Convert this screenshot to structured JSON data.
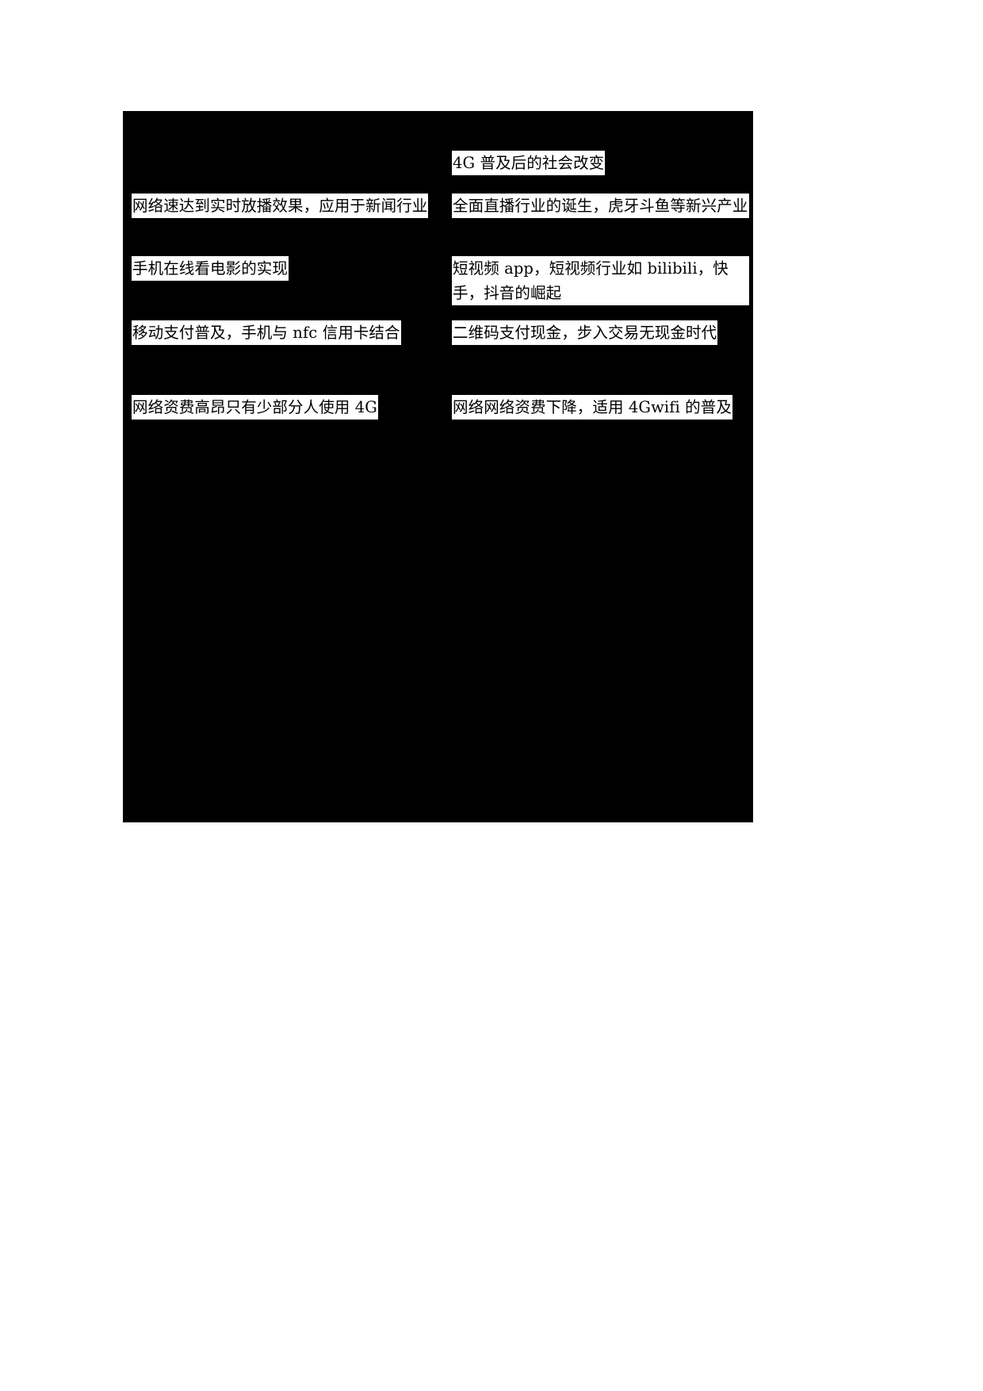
{
  "document": {
    "background_color": "#ffffff",
    "panel_color": "#000000",
    "highlight_color": "#ffffff",
    "text_color": "#000000"
  },
  "comparison": {
    "header": {
      "right": "4G 普及后的社会改变"
    },
    "rows": [
      {
        "left": "网络速达到实时放播效果，应用于新闻行业",
        "right": "全面直播行业的诞生，虎牙斗鱼等新兴产业"
      },
      {
        "left": "手机在线看电影的实现",
        "right": "短视频 app，短视频行业如 bilibili，快手，抖音的崛起"
      },
      {
        "left": "移动支付普及，手机与 nfc 信用卡结合",
        "right": "二维码支付现金，步入交易无现金时代"
      },
      {
        "left": "网络资费高昂只有少部分人使用 4G",
        "right": "网络网络资费下降，适用 4Gwifi 的普及"
      }
    ]
  }
}
